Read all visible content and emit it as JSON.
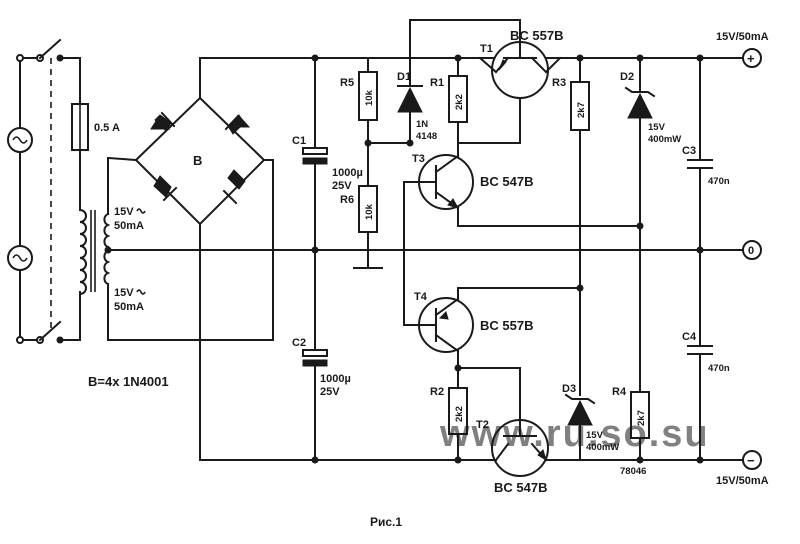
{
  "labels": {
    "fuse": "0.5 A",
    "bridge": "B",
    "bridge_note": "B=4x 1N4001",
    "sec1_v": "15V",
    "sec1_i": "50mA",
    "sec2_v": "15V",
    "sec2_i": "50mA",
    "c1": "C1",
    "c1_v1": "1000µ",
    "c1_v2": "25V",
    "c2": "C2",
    "c2_v1": "1000µ",
    "c2_v2": "25V",
    "r5": "R5",
    "r5_v": "10k",
    "r6": "R6",
    "r6_v": "10k",
    "d1": "D1",
    "d1_v1": "1N",
    "d1_v2": "4148",
    "r1": "R1",
    "r1_v": "2k2",
    "t1": "T1",
    "t1_type": "BC 557B",
    "r3": "R3",
    "r3_v": "2k7",
    "d2": "D2",
    "d2_v1": "15V",
    "d2_v2": "400mW",
    "c3": "C3",
    "c3_v": "470n",
    "t3": "T3",
    "t3_type": "BC 547B",
    "t4": "T4",
    "t4_type": "BC 557B",
    "c4": "C4",
    "c4_v": "470n",
    "r2": "R2",
    "r2_v": "2k2",
    "t2": "T2",
    "t2_type": "BC 547B",
    "d3": "D3",
    "d3_v1": "15V",
    "d3_v2": "400mW",
    "r4": "R4",
    "r4_v": "2k7",
    "part_no": "78046",
    "out_pos": "15V/50mA",
    "out_neg": "15V/50mA",
    "term_plus": "+",
    "term_zero": "0",
    "term_minus": "−",
    "caption": "Рис.1",
    "watermark": "www.ru.so.su"
  }
}
